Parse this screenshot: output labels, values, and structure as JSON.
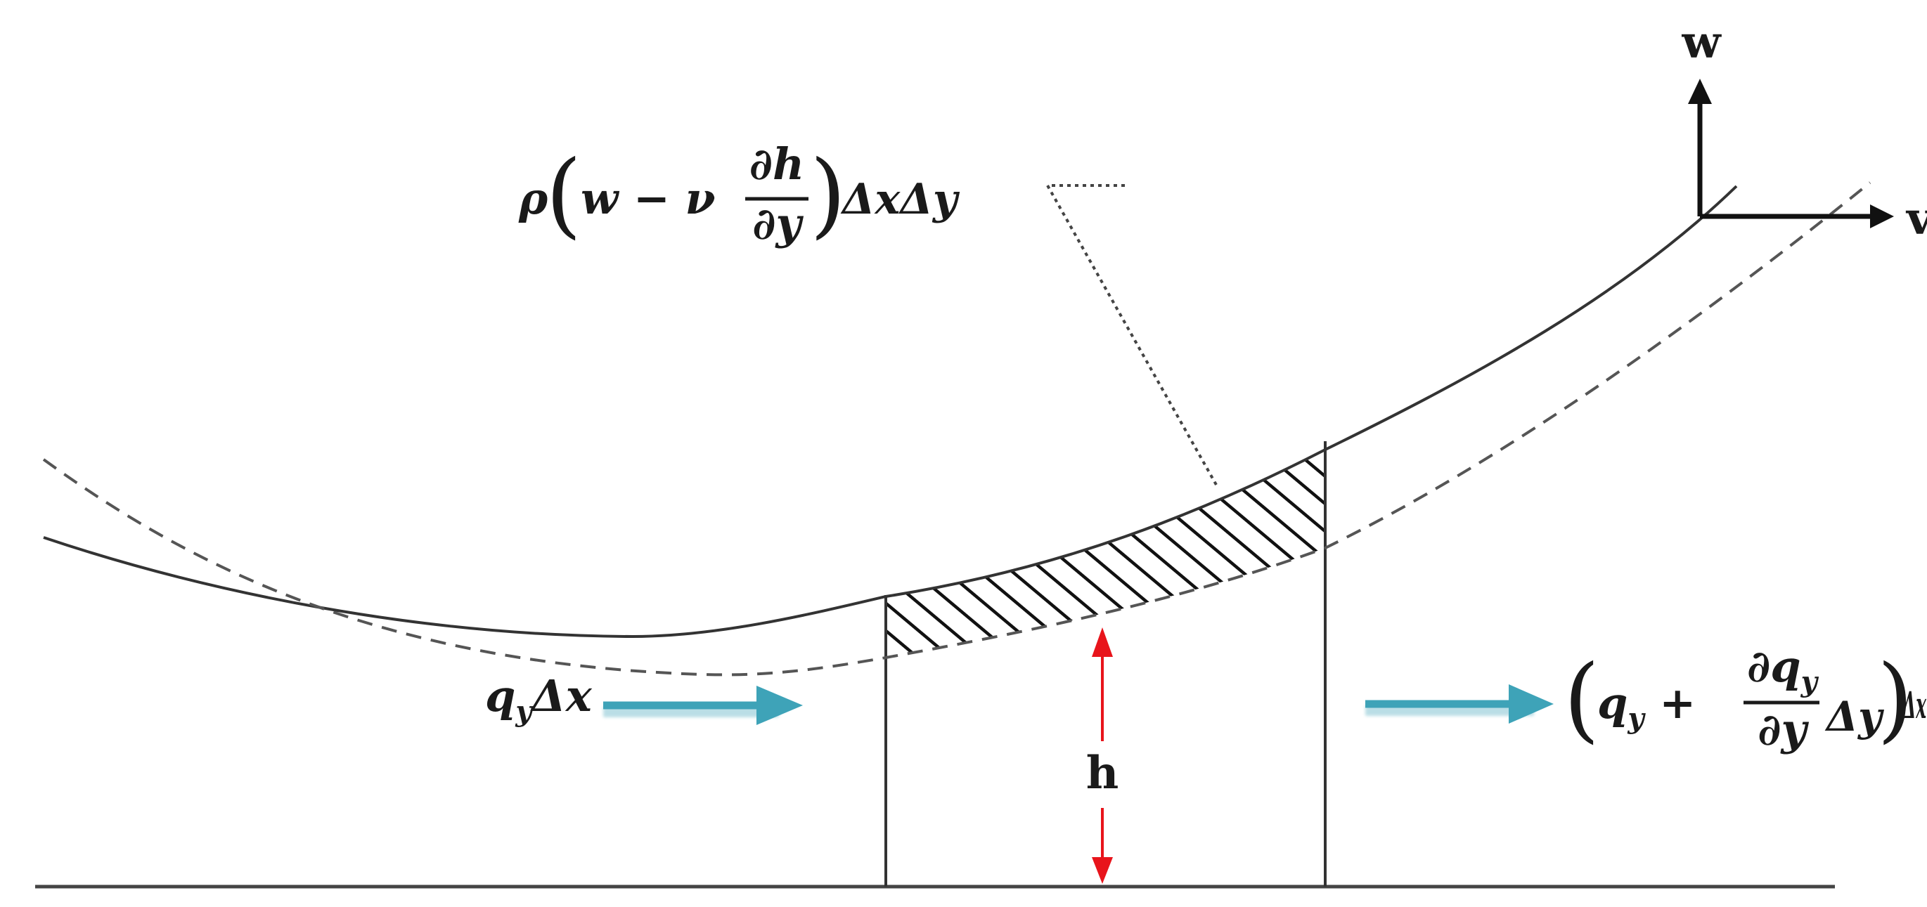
{
  "axes": {
    "vertical_label": "w",
    "horizontal_label": "v"
  },
  "labels": {
    "flux_top": {
      "rho": "ρ",
      "lparen": "(",
      "w": "w",
      "minus": " − ",
      "nu": "ν",
      "frac_num": "∂h",
      "frac_den": "∂y",
      "rparen": ")",
      "tail": "ΔxΔy"
    },
    "flux_in": {
      "q": "q",
      "sub": "y",
      "tail": "Δx"
    },
    "flux_out": {
      "lparen": "(",
      "q": "q",
      "sub": "y",
      "plus": " + ",
      "frac_num": "∂q",
      "frac_num_sub": "y",
      "frac_den": "∂y",
      "dy": "Δy",
      "rparen": ")",
      "tail": "Δx"
    },
    "height": "h"
  },
  "colors": {
    "line": "#333333",
    "dashed": "#555555",
    "flow_arrow": "#3ea3b8",
    "height_arrow": "#e8141b",
    "text": "#1a1a1a"
  }
}
